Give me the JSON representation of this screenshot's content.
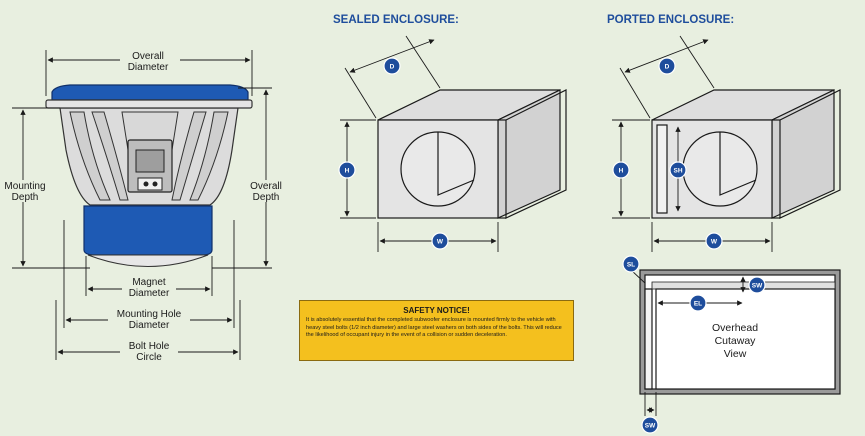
{
  "sealed": {
    "heading": "SEALED ENCLOSURE:",
    "badge_d": "D",
    "badge_h": "H",
    "badge_w": "W"
  },
  "ported": {
    "heading": "PORTED ENCLOSURE:",
    "badge_d": "D",
    "badge_h": "H",
    "badge_sh": "SH",
    "badge_w": "W"
  },
  "overhead": {
    "badge_sl": "SL",
    "badge_sw_top": "SW",
    "badge_el": "EL",
    "badge_sw_bottom": "SW",
    "view_line1": "Overhead",
    "view_line2": "Cutaway",
    "view_line3": "View"
  },
  "woofer": {
    "overall_diameter_1": "Overall",
    "overall_diameter_2": "Diameter",
    "mounting_depth_1": "Mounting",
    "mounting_depth_2": "Depth",
    "overall_depth_1": "Overall",
    "overall_depth_2": "Depth",
    "magnet_diameter_1": "Magnet",
    "magnet_diameter_2": "Diameter",
    "mounting_hole_1": "Mounting Hole",
    "mounting_hole_2": "Diameter",
    "bolt_hole_1": "Bolt Hole",
    "bolt_hole_2": "Circle"
  },
  "safety": {
    "title": "SAFETY NOTICE!",
    "body": "It is absolutely essential that the completed subwoofer enclosure is mounted firmly to the vehicle with heavy steel bolts (1/2 inch diameter) and large steel washers on both sides of the bolts. This will reduce the likelihood of occupant injury in the event of a collision or sudden deceleration."
  },
  "colors": {
    "blue": "#1e5ab4",
    "accent": "#1e4d9c",
    "notice": "#f4c01e",
    "background": "#e8efe0"
  }
}
